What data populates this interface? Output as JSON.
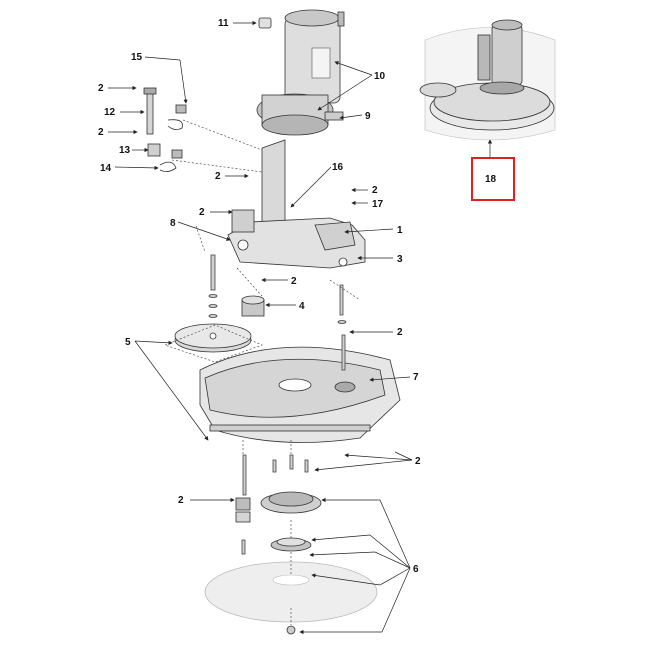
{
  "callouts": {
    "c1": "1",
    "c2": "2",
    "c3": "3",
    "c4": "4",
    "c5": "5",
    "c6": "6",
    "c7": "7",
    "c8": "8",
    "c9": "9",
    "c10": "10",
    "c11": "11",
    "c12": "12",
    "c13": "13",
    "c14": "14",
    "c15": "15",
    "c16": "16",
    "c17": "17",
    "c18": "18"
  },
  "highlight": {
    "callout": "18",
    "color": "#e02020"
  },
  "colors": {
    "part_fill": "#e6e6e6",
    "part_dark": "#9a9a9a",
    "line": "#222222"
  }
}
